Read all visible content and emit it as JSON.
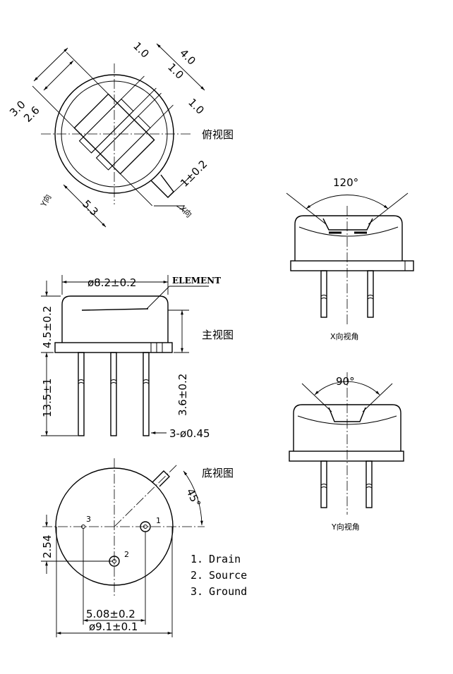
{
  "views": {
    "top_view": {
      "label": "俯视图",
      "dims": [
        "1.0",
        "4.0",
        "1.0",
        "1.0",
        "3.0",
        "2.6",
        "1±0.2",
        "5.3"
      ],
      "x_dir": "X向",
      "y_dir": "Y向"
    },
    "front_view": {
      "label": "主视图",
      "element_label": "ELEMENT",
      "dims": [
        "ø8.2±0.2",
        "4.5±0.2",
        "13.5±1",
        "3.6±0.2",
        "3-ø0.45"
      ]
    },
    "bottom_view": {
      "label": "底视图",
      "dims": [
        "45°",
        "2.54",
        "5.08±0.2",
        "ø9.1±0.1"
      ],
      "pin_numbers": [
        "1",
        "2",
        "3"
      ]
    },
    "x_view": {
      "angle": "120°",
      "label": "X向视角"
    },
    "y_view": {
      "angle": "90°",
      "label": "Y向视角"
    }
  },
  "pins": [
    {
      "num": "1.",
      "name": "Drain"
    },
    {
      "num": "2.",
      "name": "Source"
    },
    {
      "num": "3.",
      "name": "Ground"
    }
  ]
}
